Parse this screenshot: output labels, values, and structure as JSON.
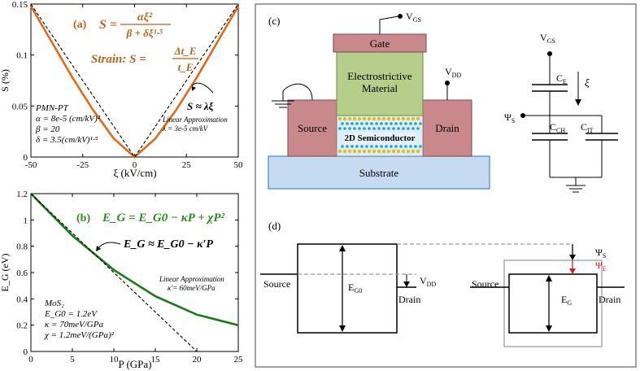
{
  "panel_a": {
    "tag": "(a)",
    "eq_S": "S =",
    "eq_num": "αξ²",
    "eq_den": "β + δξ¹·⁵",
    "eq_strain": "Strain: S =",
    "eq_strain_num": "Δt_E",
    "eq_strain_den": "t_E",
    "approx_eq": "S ≈ λξ",
    "approx_title": "Linear Approximation",
    "approx_lambda": "λ = 3e-5 cm/kV",
    "material": "PMN-PT",
    "param_alpha": "α = 8e-5 (cm/kV)²",
    "param_beta": "β = 20",
    "param_delta": "δ = 3.5(cm/kV)¹·⁵",
    "ylabel": "S (%)",
    "xlabel": "ξ (kV/cm)",
    "xticks": [
      "-50",
      "-25",
      "0",
      "25",
      "50"
    ],
    "yticks": [
      "0",
      "0.05",
      "0.1",
      "0.15"
    ]
  },
  "panel_b": {
    "tag": "(b)",
    "eq_main": "E_G = E_G0 − κP + χP²",
    "eq_approx": "E_G ≈ E_G0 − κ′P",
    "approx_title": "Linear Approximation",
    "approx_kappa": "κ′= 60meV/GPa",
    "material": "MoS₂",
    "param_eg0": "E_G0 = 1.2eV",
    "param_kappa": "κ = 70meV/GPa",
    "param_chi": "χ = 1.2meV/(GPa)²",
    "ylabel": "E_G (eV)",
    "xlabel": "P (GPa)",
    "xticks": [
      "0",
      "5",
      "10",
      "15",
      "20",
      "25"
    ],
    "yticks": [
      "0",
      "0.2",
      "0.4",
      "0.6",
      "0.8",
      "1",
      "1.2"
    ]
  },
  "panel_c": {
    "tag": "(c)",
    "gate": "Gate",
    "material_line1": "Electrostrictive",
    "material_line2": "Material",
    "semiconductor": "2D Semiconductor",
    "source": "Source",
    "drain": "Drain",
    "substrate": "Substrate",
    "vgs": "V",
    "vgs_sub": "GS",
    "vdd": "V",
    "vdd_sub": "DD",
    "circuit_vgs": "V",
    "circuit_vgs_sub": "GS",
    "ce": "C",
    "ce_sub": "E",
    "xi": "ξ",
    "psi_s": "Ψ",
    "psi_s_sub": "S",
    "cch": "C",
    "cch_sub": "CH",
    "cit": "C",
    "cit_sub": "IT"
  },
  "panel_d": {
    "tag": "(d)",
    "source_left": "Source",
    "drain_left": "Drain",
    "eg0": "E",
    "eg0_sub": "G0",
    "vdd": "V",
    "vdd_sub": "DD",
    "source_right": "Source",
    "drain_right": "Drain",
    "eg": "E",
    "eg_sub": "G",
    "psi_s": "Ψ",
    "psi_s_sub": "S",
    "psi_e": "Ψ",
    "psi_e_sub": "E"
  },
  "colors": {
    "orange_curve": "#e06a1b",
    "orange_text": "#b5651d",
    "green_curve": "#1a7a1a",
    "green_text": "#2d8a1e",
    "gate_fill": "#c9898c",
    "material_fill": "#b5cf8a",
    "substrate_fill": "#c5dbf2",
    "psi_e_red": "#cc2222"
  },
  "chart_data": [
    {
      "type": "line",
      "xlabel": "ξ (kV/cm)",
      "ylabel": "S (%)",
      "xlim": [
        -50,
        50
      ],
      "ylim": [
        0,
        0.15
      ],
      "series": [
        {
          "x": [
            -50,
            -40,
            -30,
            -20,
            -10,
            0,
            10,
            20,
            30,
            40,
            50
          ],
          "values": [
            0.148,
            0.113,
            0.078,
            0.046,
            0.018,
            0,
            0.018,
            0.046,
            0.078,
            0.113,
            0.148
          ]
        },
        {
          "x": [
            -50,
            0,
            50
          ],
          "values": [
            0.15,
            0,
            0.15
          ]
        }
      ]
    },
    {
      "type": "line",
      "xlabel": "P (GPa)",
      "ylabel": "E_G (eV)",
      "xlim": [
        0,
        25
      ],
      "ylim": [
        0,
        1.2
      ],
      "series": [
        {
          "x": [
            0,
            5,
            10,
            15,
            20,
            25
          ],
          "values": [
            1.2,
            0.88,
            0.62,
            0.42,
            0.28,
            0.2
          ]
        },
        {
          "x": [
            0,
            20
          ],
          "values": [
            1.2,
            0
          ]
        }
      ]
    }
  ]
}
